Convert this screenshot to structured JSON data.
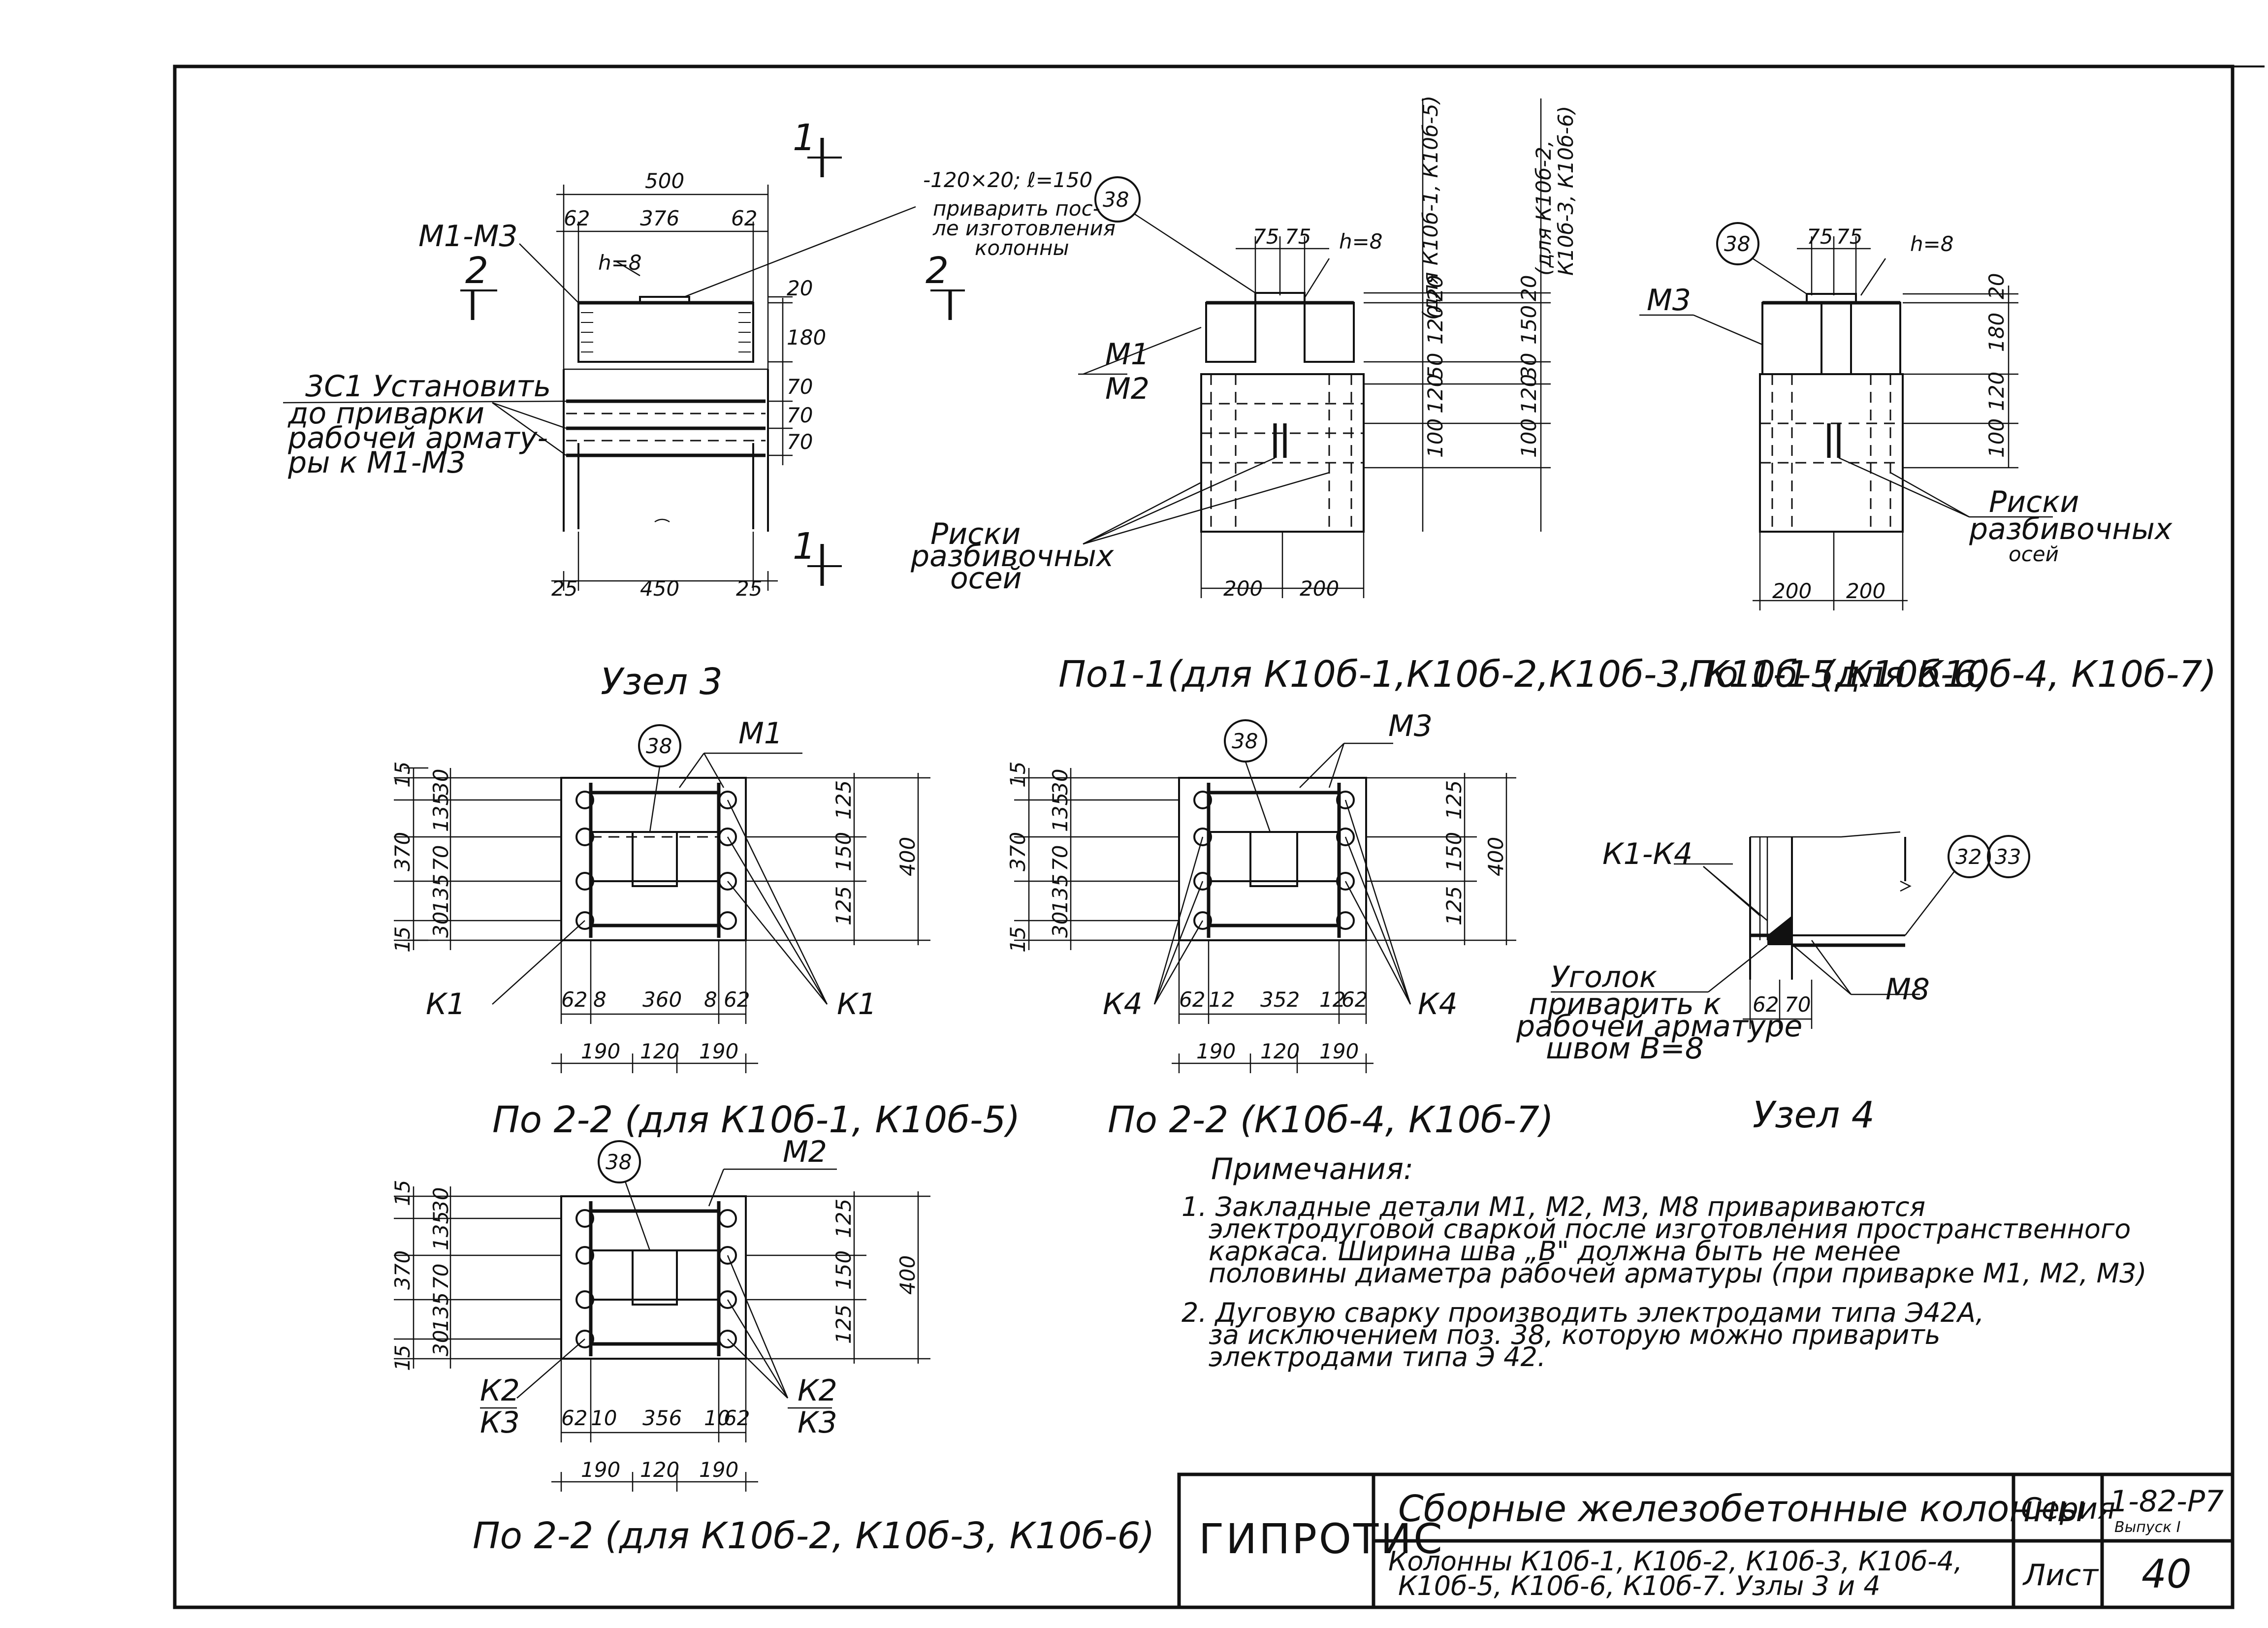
{
  "node3": {
    "title": "Узел 3",
    "plate_spec": "-120×20; ℓ=150",
    "weld_note": [
      "приварить пос-",
      "ле изготовления",
      "колонны"
    ],
    "pos": "38",
    "embed": "М1-М3",
    "weld_h": "h=8",
    "frame_note": [
      "3С1 Установить",
      "до приварки",
      "рабочей армату-",
      "ры к М1-М3"
    ],
    "section_1": "1",
    "section_2": "2",
    "dims": {
      "top": "500",
      "left": "62",
      "mid": "376",
      "right": "62",
      "v1": "20",
      "v2": "180",
      "v3": "70",
      "v4": "70",
      "v5": "70",
      "bl": "25",
      "bm": "450",
      "br": "25"
    }
  },
  "sec11a": {
    "title": "По1-1(для К10б-1,К10б-2,К10б-3, К10б-5,К10б-6)",
    "pos": "38",
    "weld_h": "h=8",
    "label_m1": "М1",
    "label_m2": "М2",
    "risk_note": [
      "Риски",
      "разбивочных",
      "осей"
    ],
    "side_note_1": "(для К10б-1, К10б-5)",
    "side_note_2": [
      "(для К10б-2,",
      "К10б-3, К10б-6)"
    ],
    "dims": {
      "t1": "75",
      "t2": "75",
      "b1": "200",
      "b2": "200",
      "a1": "20",
      "a2": "120",
      "a3": "50",
      "a4": "120",
      "a5": "100",
      "c1": "20",
      "c2": "150",
      "c3": "30",
      "c4": "120",
      "c5": "100"
    }
  },
  "sec11b": {
    "title": "По 1-1 (для К10б-4, К10б-7)",
    "pos": "38",
    "weld_h": "h=8",
    "label": "М3",
    "risk_note": [
      "Риски",
      "разбивочных",
      "осей"
    ],
    "dims": {
      "t1": "75",
      "t2": "75",
      "b1": "200",
      "b2": "200",
      "v1": "20",
      "v2": "180",
      "v3": "120",
      "v4": "100"
    }
  },
  "sec22a": {
    "title": "По 2-2 (для К10б-1, К10б-5)",
    "pos": "38",
    "label_top": "М1",
    "label_l": "К1",
    "label_r": "К1",
    "dims_l": [
      "15",
      "370",
      "15"
    ],
    "dims_l2": [
      "30",
      "135",
      "70",
      "135",
      "30"
    ],
    "dims_r": [
      "125",
      "150",
      "125"
    ],
    "dims_r2": "400",
    "dims_b1": [
      "62",
      "8",
      "360",
      "8",
      "62"
    ],
    "dims_b2": [
      "190",
      "120",
      "190"
    ]
  },
  "sec22b": {
    "title": "По 2-2 (К10б-4, К10б-7)",
    "pos": "38",
    "label_top": "М3",
    "label_l": "К4",
    "label_r": "К4",
    "dims_l": [
      "15",
      "370",
      "15"
    ],
    "dims_l2": [
      "30",
      "135",
      "70",
      "135",
      "30"
    ],
    "dims_r": [
      "125",
      "150",
      "125"
    ],
    "dims_r2": "400",
    "dims_b1": [
      "62",
      "12",
      "352",
      "12",
      "62"
    ],
    "dims_b2": [
      "190",
      "120",
      "190"
    ]
  },
  "sec22c": {
    "title": "По 2-2 (для К10б-2, К10б-3, К10б-6)",
    "pos": "38",
    "label_top": "М2",
    "label_l1": "К2",
    "label_l2": "К3",
    "label_r1": "К2",
    "label_r2": "К3",
    "dims_l": [
      "15",
      "370",
      "15"
    ],
    "dims_l2": [
      "30",
      "135",
      "70",
      "135",
      "30"
    ],
    "dims_r": [
      "125",
      "150",
      "125"
    ],
    "dims_r2": "400",
    "dims_b1": [
      "62",
      "10",
      "356",
      "10",
      "62"
    ],
    "dims_b2": [
      "190",
      "120",
      "190"
    ]
  },
  "node4": {
    "title": "Узел 4",
    "label_k": "К1-К4",
    "pos1": "32",
    "pos2": "33",
    "label_m8": "М8",
    "angle_note": [
      "Уголок",
      "приварить к",
      "рабочей арматуре",
      "швом В=8"
    ],
    "dims": [
      "62",
      "70"
    ]
  },
  "notes": {
    "heading": "Примечания:",
    "lines": [
      "1. Закладные  детали  М1, М2, М3, М8  привариваются",
      "электродуговой  сваркой  после  изготовления  пространственного",
      "каркаса.  Ширина  шва  „В\"  должна  быть  не  менее",
      "половины  диаметра  рабочей  арматуры (при приварке М1, М2, М3)",
      "2. Дуговую  сварку  производить  электродами  типа  Э42А,",
      "за  исключением  поз. 38, которую  можно  приварить",
      "электродами  типа  Э 42."
    ]
  },
  "title_block": {
    "org": "ГИПРОТИС",
    "title": "Сборные  железобетонные  колонны",
    "subtitle_1": "Колонны  К10б-1, К10б-2, К10б-3, К10б-4,",
    "subtitle_2": "К10б-5, К10б-6, К10б-7.  Узлы 3 и 4",
    "series_label": "Серия",
    "series_value": "1-82-Р7",
    "series_issue": "Выпуск I",
    "sheet_label": "Лист",
    "sheet_value": "40"
  }
}
